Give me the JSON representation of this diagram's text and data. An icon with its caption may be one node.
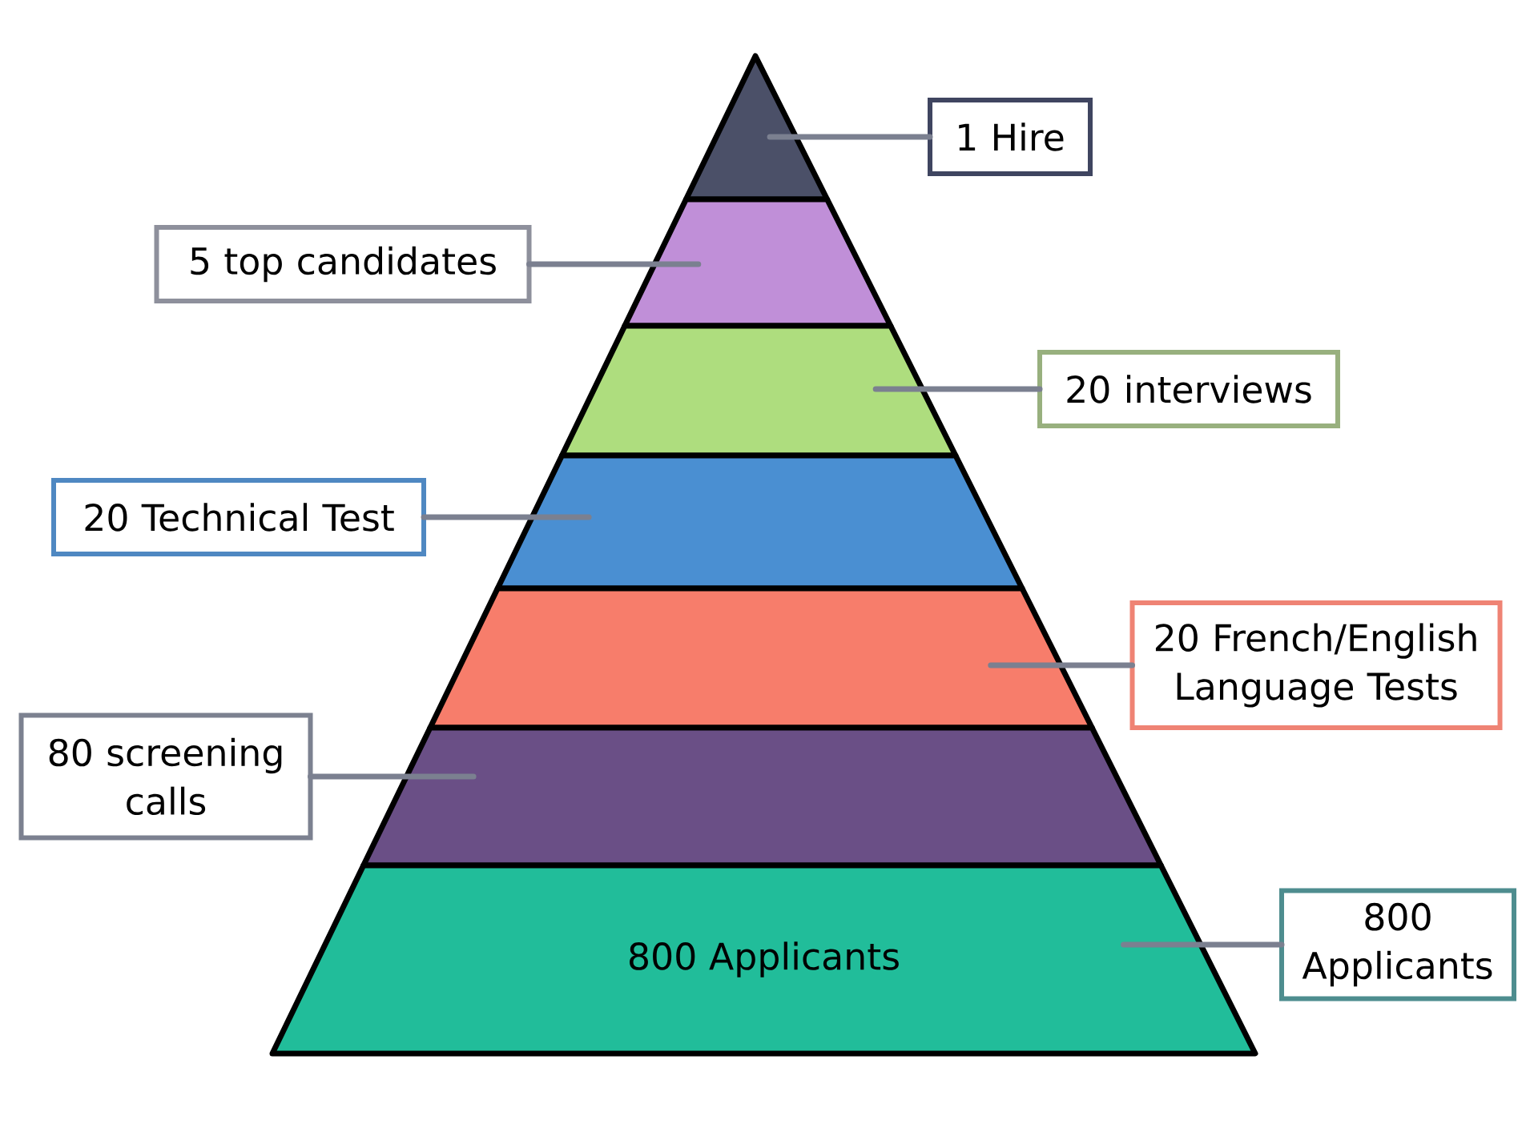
{
  "diagram": {
    "nodes": [
      {
        "text": [
          "1 Hire"
        ]
      },
      {
        "text": [
          "5 top candidates"
        ]
      },
      {
        "text": [
          "20 interviews"
        ]
      },
      {
        "text": [
          "20 Technical Test"
        ]
      },
      {
        "text": [
          "20 French/English Language Tests"
        ]
      },
      {
        "text": [
          "80 screening calls"
        ]
      },
      {
        "text": [
          "800 Applicants"
        ]
      },
      {
        "text": [],
        "shape": "triangle"
      },
      {
        "text": [],
        "shape": "trapezoid"
      },
      {
        "text": [],
        "shape": "trapezoid"
      },
      {
        "text": [],
        "shape": "trapezoid"
      },
      {
        "text": [],
        "shape": "trapezoid"
      },
      {
        "text": [],
        "shape": "trapezoid"
      },
      {
        "text": [
          "800 Applicants"
        ]
      }
    ],
    "edges": [
      {
        "from": 0,
        "to": 7,
        "arrow": "none"
      },
      {
        "from": 1,
        "to": 8,
        "arrow": "none"
      },
      {
        "from": 2,
        "to": 9,
        "arrow": "none"
      },
      {
        "from": 3,
        "to": 10,
        "arrow": "none"
      },
      {
        "from": 4,
        "to": 11,
        "arrow": "none"
      },
      {
        "from": 5,
        "to": 12,
        "arrow": "none"
      },
      {
        "from": 6,
        "to": 13,
        "arrow": "none"
      }
    ]
  }
}
